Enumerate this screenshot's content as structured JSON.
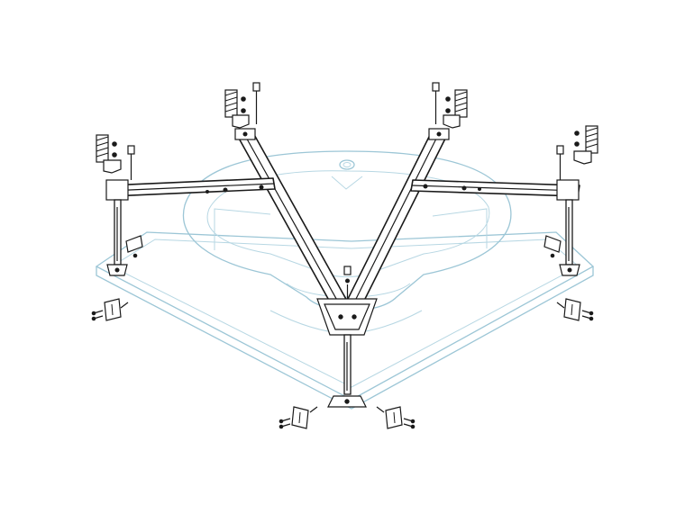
{
  "diagram": {
    "kind": "exploded assembly drawing",
    "colors": {
      "tub_outline": "#9cc6d6",
      "frame_outline": "#1a1a1a",
      "background": "#ffffff"
    },
    "groups": [
      {
        "name": "corner-bathtub-outline"
      },
      {
        "name": "support-frame"
      },
      {
        "name": "adjustable-legs",
        "count": 5
      },
      {
        "name": "top-mounting-brackets",
        "count": 4
      },
      {
        "name": "wall-mount-brackets",
        "count": 4
      },
      {
        "name": "screw-sets",
        "count": 5
      }
    ]
  }
}
